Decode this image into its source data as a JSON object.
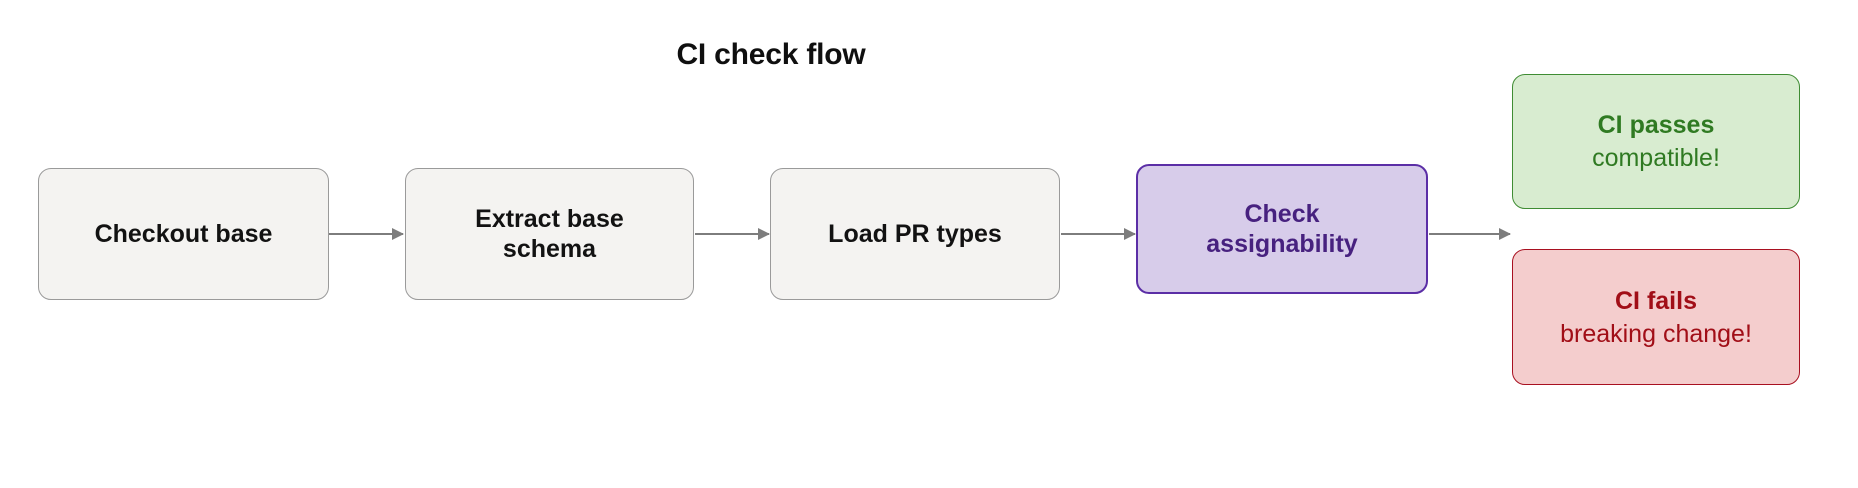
{
  "diagram": {
    "title": "CI check flow",
    "background_color": "#ffffff",
    "nodes": [
      {
        "id": "checkout-base",
        "label": "Checkout base",
        "sublabel": "",
        "kind": "process",
        "fill": "#f4f3f1",
        "stroke": "#9a9a9a",
        "text_color": "#121212"
      },
      {
        "id": "extract-schema",
        "label": "Extract base\nschema",
        "sublabel": "",
        "kind": "process",
        "fill": "#f4f3f1",
        "stroke": "#9a9a9a",
        "text_color": "#121212"
      },
      {
        "id": "load-pr-types",
        "label": "Load PR types",
        "sublabel": "",
        "kind": "process",
        "fill": "#f4f3f1",
        "stroke": "#9a9a9a",
        "text_color": "#121212"
      },
      {
        "id": "check-assignability",
        "label": "Check\nassignability",
        "sublabel": "",
        "kind": "accent",
        "fill": "#d7ccea",
        "stroke": "#5b2ea6",
        "text_color": "#47217f"
      },
      {
        "id": "ci-passes",
        "label": "CI passes",
        "sublabel": "compatible!",
        "kind": "success",
        "fill": "#d8ecd0",
        "stroke": "#3f8c33",
        "text_color": "#2f7a22"
      },
      {
        "id": "ci-fails",
        "label": "CI fails",
        "sublabel": "breaking change!",
        "kind": "danger",
        "fill": "#f4cdcd",
        "stroke": "#a81020",
        "text_color": "#a10e17"
      }
    ],
    "edges": [
      {
        "id": "edge-1",
        "from": "checkout-base",
        "to": "extract-schema",
        "label": "",
        "color": "#7d7d7d"
      },
      {
        "id": "edge-2",
        "from": "extract-schema",
        "to": "load-pr-types",
        "label": "",
        "color": "#7d7d7d"
      },
      {
        "id": "edge-3",
        "from": "load-pr-types",
        "to": "check-assignability",
        "label": "",
        "color": "#7d7d7d"
      },
      {
        "id": "edge-4",
        "from": "check-assignability",
        "to": "ci-passes",
        "label": "",
        "color": "#7d7d7d"
      }
    ]
  }
}
